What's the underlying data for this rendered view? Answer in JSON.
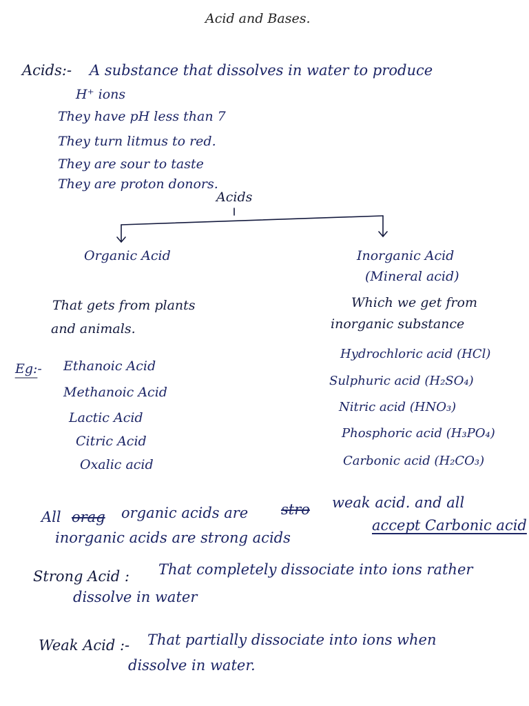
{
  "title": "Acid and Bases.",
  "definition": {
    "term": "Acids:-",
    "line1": "A substance that dissolves in water to produce",
    "line2": "H⁺ ions",
    "props": [
      "They have pH less than 7",
      "They turn litmus to red.",
      "They are sour to taste",
      "They are proton donors."
    ]
  },
  "tree": {
    "root": "Acids",
    "left": {
      "title": "Organic Acid",
      "desc1": "That gets from plants",
      "desc2": "and animals.",
      "eg": "Eg:-",
      "items": [
        "Ethanoic Acid",
        "Methanoic Acid",
        "Lactic Acid",
        "Citric Acid",
        "Oxalic acid"
      ]
    },
    "right": {
      "title": "Inorganic Acid",
      "subtitle": "(Mineral acid)",
      "desc1": "Which we get from",
      "desc2": "inorganic substance",
      "items": [
        "Hydrochloric acid (HCl)",
        "Sulphuric acid (H₂SO₄)",
        "Nitric acid (HNO₃)",
        "Phosphoric acid (H₃PO₄)",
        "Carbonic acid (H₂CO₃)"
      ]
    }
  },
  "note": {
    "all": "All",
    "struck1": "orag",
    "part1": "organic acids are",
    "struck2": "stro",
    "part2": "weak acid. and all",
    "part3": "inorganic acids are strong acids",
    "underlined": "accept Carbonic acid"
  },
  "strong": {
    "term": "Strong Acid :",
    "line1": "That completely dissociate into ions rather",
    "line2": "dissolve in water"
  },
  "weak": {
    "term": "Weak Acid :-",
    "line1": "That partially dissociate into ions when",
    "line2": "dissolve in water."
  }
}
